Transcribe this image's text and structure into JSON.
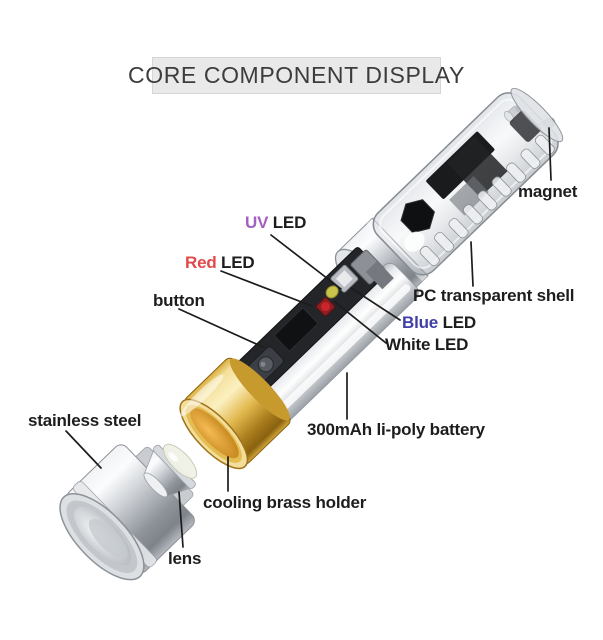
{
  "title": {
    "text": "CORE COMPONENT DISPLAY",
    "bg": "#e9e9e9",
    "color": "#3c3c3c"
  },
  "labels": {
    "magnet": {
      "text": "magnet"
    },
    "uv_led": {
      "colored": "UV",
      "rest": " LED",
      "color": "#a35fc2"
    },
    "red_led": {
      "colored": "Red",
      "rest": " LED",
      "color": "#e04a4a"
    },
    "button": {
      "text": "button"
    },
    "pc_shell": {
      "text": "PC transparent shell"
    },
    "blue_led": {
      "colored": "Blue",
      "rest": " LED",
      "color": "#3f3fa6"
    },
    "white_led": {
      "text": "White LED"
    },
    "stainless_steel": {
      "text": "stainless steel"
    },
    "battery": {
      "text": "300mAh li-poly battery"
    },
    "brass_holder": {
      "text": "cooling brass holder"
    },
    "lens": {
      "text": "lens"
    }
  },
  "illustration": {
    "colors": {
      "label_text": "#1d1d1d",
      "leader_line": "#1c1c1c",
      "steel": "#c9ccd1",
      "brass": "#e3b94f",
      "pcb": "#232529",
      "battery_silver": "#e8eaec",
      "shell_tint": "#d7dbe0",
      "red_led_dot": "#c8262c",
      "yellow_led_dot": "#c9c34b"
    }
  }
}
